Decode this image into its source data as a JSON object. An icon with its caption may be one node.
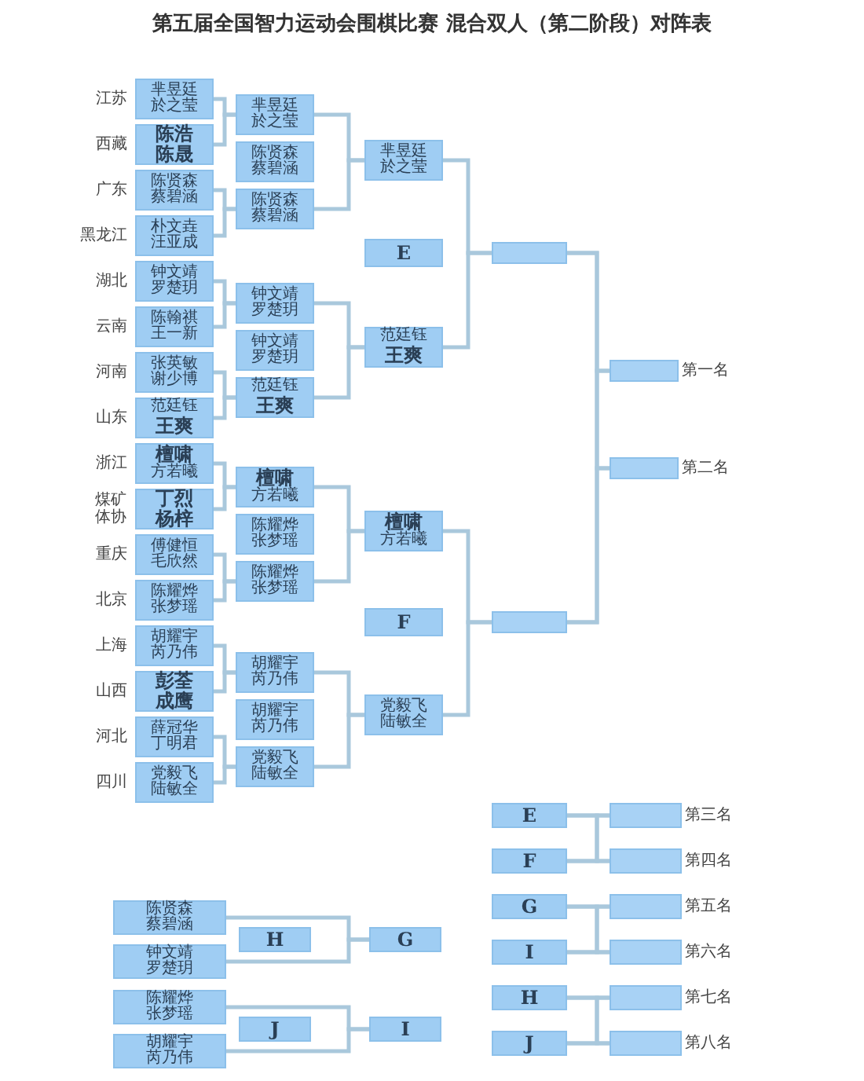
{
  "diagram": {
    "title": "第五届全国智力运动会围棋比赛 混合双人（第二阶段）对阵表",
    "nodes": [
      {
        "text": [
          "芈昱廷",
          "於之莹"
        ],
        "beside": [
          "江苏"
        ]
      },
      {
        "text": [
          "陈浩",
          "陈晟"
        ],
        "beside": [
          "西藏"
        ]
      },
      {
        "text": [
          "陈贤森",
          "蔡碧涵"
        ],
        "beside": [
          "广东"
        ]
      },
      {
        "text": [
          "朴文垚",
          "汪亚成"
        ],
        "beside": [
          "黑龙江"
        ]
      },
      {
        "text": [
          "钟文靖",
          "罗楚玥"
        ],
        "beside": [
          "湖北"
        ]
      },
      {
        "text": [
          "陈翰祺",
          "王一新"
        ],
        "beside": [
          "云南"
        ]
      },
      {
        "text": [
          "张英敏",
          "谢少博"
        ],
        "beside": [
          "河南"
        ]
      },
      {
        "text": [
          "范廷钰",
          "王爽"
        ],
        "beside": [
          "山东"
        ]
      },
      {
        "text": [
          "檀啸",
          "方若曦"
        ],
        "beside": [
          "浙江"
        ]
      },
      {
        "text": [
          "丁烈",
          "杨梓"
        ],
        "beside": [
          "煤矿体协"
        ]
      },
      {
        "text": [
          "傅健恒",
          "毛欣然"
        ],
        "beside": [
          "重庆"
        ]
      },
      {
        "text": [
          "陈耀烨",
          "张梦瑶"
        ],
        "beside": [
          "北京"
        ]
      },
      {
        "text": [
          "胡耀宇",
          "芮乃伟"
        ],
        "beside": [
          "上海"
        ]
      },
      {
        "text": [
          "彭荃",
          "成鹰"
        ],
        "beside": [
          "山西"
        ]
      },
      {
        "text": [
          "薛冠华",
          "丁明君"
        ],
        "beside": [
          "河北"
        ]
      },
      {
        "text": [
          "党毅飞",
          "陆敏全"
        ],
        "beside": [
          "四川"
        ]
      },
      {
        "text": [
          "芈昱廷",
          "於之莹"
        ]
      },
      {
        "text": [
          "陈贤森",
          "蔡碧涵"
        ]
      },
      {
        "text": [
          "陈贤森",
          "蔡碧涵"
        ]
      },
      {
        "text": [
          "钟文靖",
          "罗楚玥"
        ]
      },
      {
        "text": [
          "钟文靖",
          "罗楚玥"
        ]
      },
      {
        "text": [
          "范廷钰",
          "王爽"
        ]
      },
      {
        "text": [
          "檀啸",
          "方若曦"
        ]
      },
      {
        "text": [
          "陈耀烨",
          "张梦瑶"
        ]
      },
      {
        "text": [
          "陈耀烨",
          "张梦瑶"
        ]
      },
      {
        "text": [
          "胡耀宇",
          "芮乃伟"
        ]
      },
      {
        "text": [
          "胡耀宇",
          "芮乃伟"
        ]
      },
      {
        "text": [
          "党毅飞",
          "陆敏全"
        ]
      },
      {
        "text": [
          "芈昱廷",
          "於之莹"
        ]
      },
      {
        "text": [
          "E"
        ]
      },
      {
        "text": [
          "范廷钰",
          "王爽"
        ]
      },
      {
        "text": [
          "檀啸",
          "方若曦"
        ]
      },
      {
        "text": [
          "F"
        ]
      },
      {
        "text": [
          "党毅飞",
          "陆敏全"
        ]
      },
      {
        "text": [],
        "shape": "box"
      },
      {
        "text": [],
        "shape": "box"
      },
      {
        "text": [],
        "shape": "box",
        "beside": [
          "第一名"
        ]
      },
      {
        "text": [],
        "shape": "box",
        "beside": [
          "第二名"
        ]
      },
      {
        "text": [
          "陈贤森",
          "蔡碧涵"
        ]
      },
      {
        "text": [
          "钟文靖",
          "罗楚玥"
        ]
      },
      {
        "text": [
          "H"
        ]
      },
      {
        "text": [
          "G"
        ]
      },
      {
        "text": [
          "陈耀烨",
          "张梦瑶"
        ]
      },
      {
        "text": [
          "胡耀宇",
          "芮乃伟"
        ]
      },
      {
        "text": [
          "J"
        ]
      },
      {
        "text": [
          "I"
        ]
      },
      {
        "text": [
          "E"
        ]
      },
      {
        "text": [
          "F"
        ]
      },
      {
        "text": [
          "G"
        ]
      },
      {
        "text": [
          "I"
        ]
      },
      {
        "text": [
          "H"
        ]
      },
      {
        "text": [
          "J"
        ]
      },
      {
        "text": [],
        "shape": "box",
        "beside": [
          "第三名"
        ]
      },
      {
        "text": [],
        "shape": "box",
        "beside": [
          "第四名"
        ]
      },
      {
        "text": [],
        "shape": "box",
        "beside": [
          "第五名"
        ]
      },
      {
        "text": [],
        "shape": "box",
        "beside": [
          "第六名"
        ]
      },
      {
        "text": [],
        "shape": "box",
        "beside": [
          "第七名"
        ]
      },
      {
        "text": [],
        "shape": "box",
        "beside": [
          "第八名"
        ]
      }
    ],
    "edges": [
      {
        "from": 0,
        "to": 16,
        "arrow": "none"
      },
      {
        "from": 1,
        "to": 16,
        "arrow": "none"
      },
      {
        "from": 2,
        "to": 18,
        "arrow": "none"
      },
      {
        "from": 3,
        "to": 18,
        "arrow": "none"
      },
      {
        "from": 4,
        "to": 19,
        "arrow": "none"
      },
      {
        "from": 5,
        "to": 19,
        "arrow": "none"
      },
      {
        "from": 6,
        "to": 21,
        "arrow": "none"
      },
      {
        "from": 7,
        "to": 21,
        "arrow": "none"
      },
      {
        "from": 8,
        "to": 22,
        "arrow": "none"
      },
      {
        "from": 9,
        "to": 22,
        "arrow": "none"
      },
      {
        "from": 10,
        "to": 24,
        "arrow": "none"
      },
      {
        "from": 11,
        "to": 24,
        "arrow": "none"
      },
      {
        "from": 12,
        "to": 25,
        "arrow": "none"
      },
      {
        "from": 13,
        "to": 25,
        "arrow": "none"
      },
      {
        "from": 14,
        "to": 27,
        "arrow": "none"
      },
      {
        "from": 15,
        "to": 27,
        "arrow": "none"
      },
      {
        "from": 16,
        "to": 28,
        "arrow": "none"
      },
      {
        "from": 18,
        "to": 28,
        "arrow": "none"
      },
      {
        "from": 19,
        "to": 30,
        "arrow": "none"
      },
      {
        "from": 21,
        "to": 30,
        "arrow": "none"
      },
      {
        "from": 22,
        "to": 31,
        "arrow": "none"
      },
      {
        "from": 24,
        "to": 31,
        "arrow": "none"
      },
      {
        "from": 25,
        "to": 33,
        "arrow": "none"
      },
      {
        "from": 27,
        "to": 33,
        "arrow": "none"
      },
      {
        "from": 28,
        "to": 34,
        "arrow": "none"
      },
      {
        "from": 30,
        "to": 34,
        "arrow": "none"
      },
      {
        "from": 31,
        "to": 35,
        "arrow": "none"
      },
      {
        "from": 33,
        "to": 35,
        "arrow": "none"
      },
      {
        "from": 34,
        "to": 36,
        "arrow": "none"
      },
      {
        "from": 34,
        "to": 37,
        "arrow": "none"
      },
      {
        "from": 35,
        "to": 36,
        "arrow": "none"
      },
      {
        "from": 35,
        "to": 37,
        "arrow": "none"
      },
      {
        "from": 38,
        "to": 41,
        "arrow": "none"
      },
      {
        "from": 39,
        "to": 41,
        "arrow": "none"
      },
      {
        "from": 42,
        "to": 45,
        "arrow": "none"
      },
      {
        "from": 43,
        "to": 45,
        "arrow": "none"
      },
      {
        "from": 46,
        "to": 52,
        "arrow": "none"
      },
      {
        "from": 46,
        "to": 53,
        "arrow": "none"
      },
      {
        "from": 47,
        "to": 52,
        "arrow": "none"
      },
      {
        "from": 47,
        "to": 53,
        "arrow": "none"
      },
      {
        "from": 48,
        "to": 54,
        "arrow": "none"
      },
      {
        "from": 48,
        "to": 55,
        "arrow": "none"
      },
      {
        "from": 49,
        "to": 54,
        "arrow": "none"
      },
      {
        "from": 49,
        "to": 55,
        "arrow": "none"
      },
      {
        "from": 50,
        "to": 56,
        "arrow": "none"
      },
      {
        "from": 50,
        "to": 57,
        "arrow": "none"
      },
      {
        "from": 51,
        "to": 56,
        "arrow": "none"
      },
      {
        "from": 51,
        "to": 57,
        "arrow": "none"
      }
    ]
  }
}
